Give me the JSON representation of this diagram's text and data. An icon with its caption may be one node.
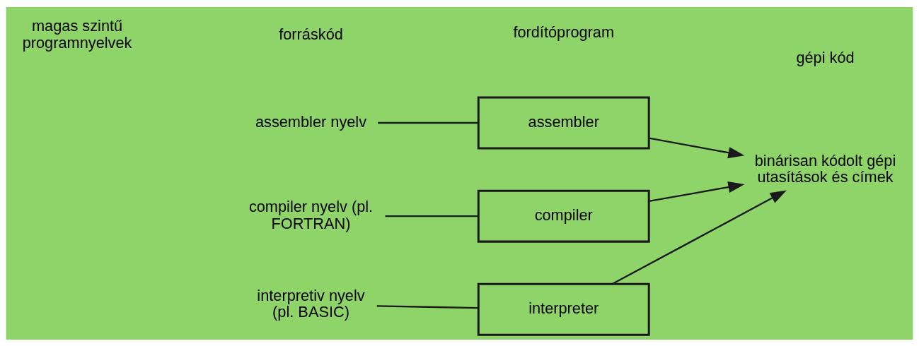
{
  "diagram": {
    "nodes": [
      {
        "text": [
          "assembler nyelv"
        ]
      },
      {
        "text": [
          "assembler"
        ]
      },
      {
        "text": [
          "compiler nyelv (pl. FORTRAN)"
        ]
      },
      {
        "text": [
          "compiler"
        ]
      },
      {
        "text": [
          "interpretiv nyelv (pl. BASIC)"
        ]
      },
      {
        "text": [
          "interpreter"
        ]
      },
      {
        "text": [
          "binárisan kódolt gépi utasítások és címek"
        ]
      }
    ],
    "edges": [
      {
        "from": 0,
        "to": 1,
        "arrow": "none"
      },
      {
        "from": 1,
        "to": 6,
        "arrow": "to"
      },
      {
        "from": 2,
        "to": 3,
        "arrow": "none"
      },
      {
        "from": 3,
        "to": 6,
        "arrow": "to"
      },
      {
        "from": 4,
        "to": 5,
        "arrow": "none"
      },
      {
        "from": 5,
        "to": 6,
        "arrow": "to"
      }
    ],
    "labels": [
      "forráskód",
      "fordítóprogram",
      "gépi kód",
      "magas szintű programnyelvek"
    ]
  }
}
